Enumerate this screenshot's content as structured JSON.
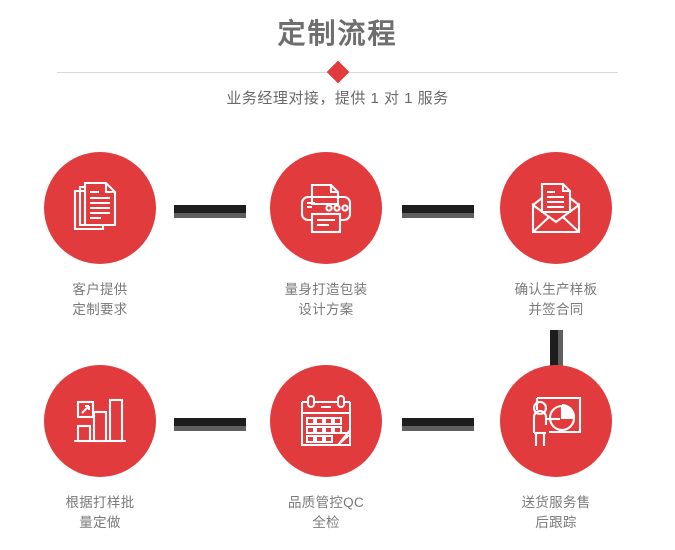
{
  "header": {
    "title": "定制流程",
    "subtitle": "业务经理对接，提供 1 对 1 服务",
    "title_color": "#6e6e6e",
    "accent_color": "#e23b3e"
  },
  "flow": {
    "steps": [
      {
        "icon": "documents-icon",
        "label": "客户提供\n定制要求"
      },
      {
        "icon": "printer-icon",
        "label": "量身打造包装\n设计方案"
      },
      {
        "icon": "envelope-icon",
        "label": "确认生产样板\n并签合同"
      },
      {
        "icon": "bar-chart-icon",
        "label": "根据打样批\n量定做"
      },
      {
        "icon": "calendar-icon",
        "label": "品质管控QC\n全检"
      },
      {
        "icon": "presenter-icon",
        "label": "送货服务售\n后跟踪"
      }
    ],
    "circle_color": "#e23b3e",
    "label_color": "#7a7a7a",
    "connector_color": "#1d1d1d",
    "connector_shadow_color": "#5f5f5f"
  }
}
